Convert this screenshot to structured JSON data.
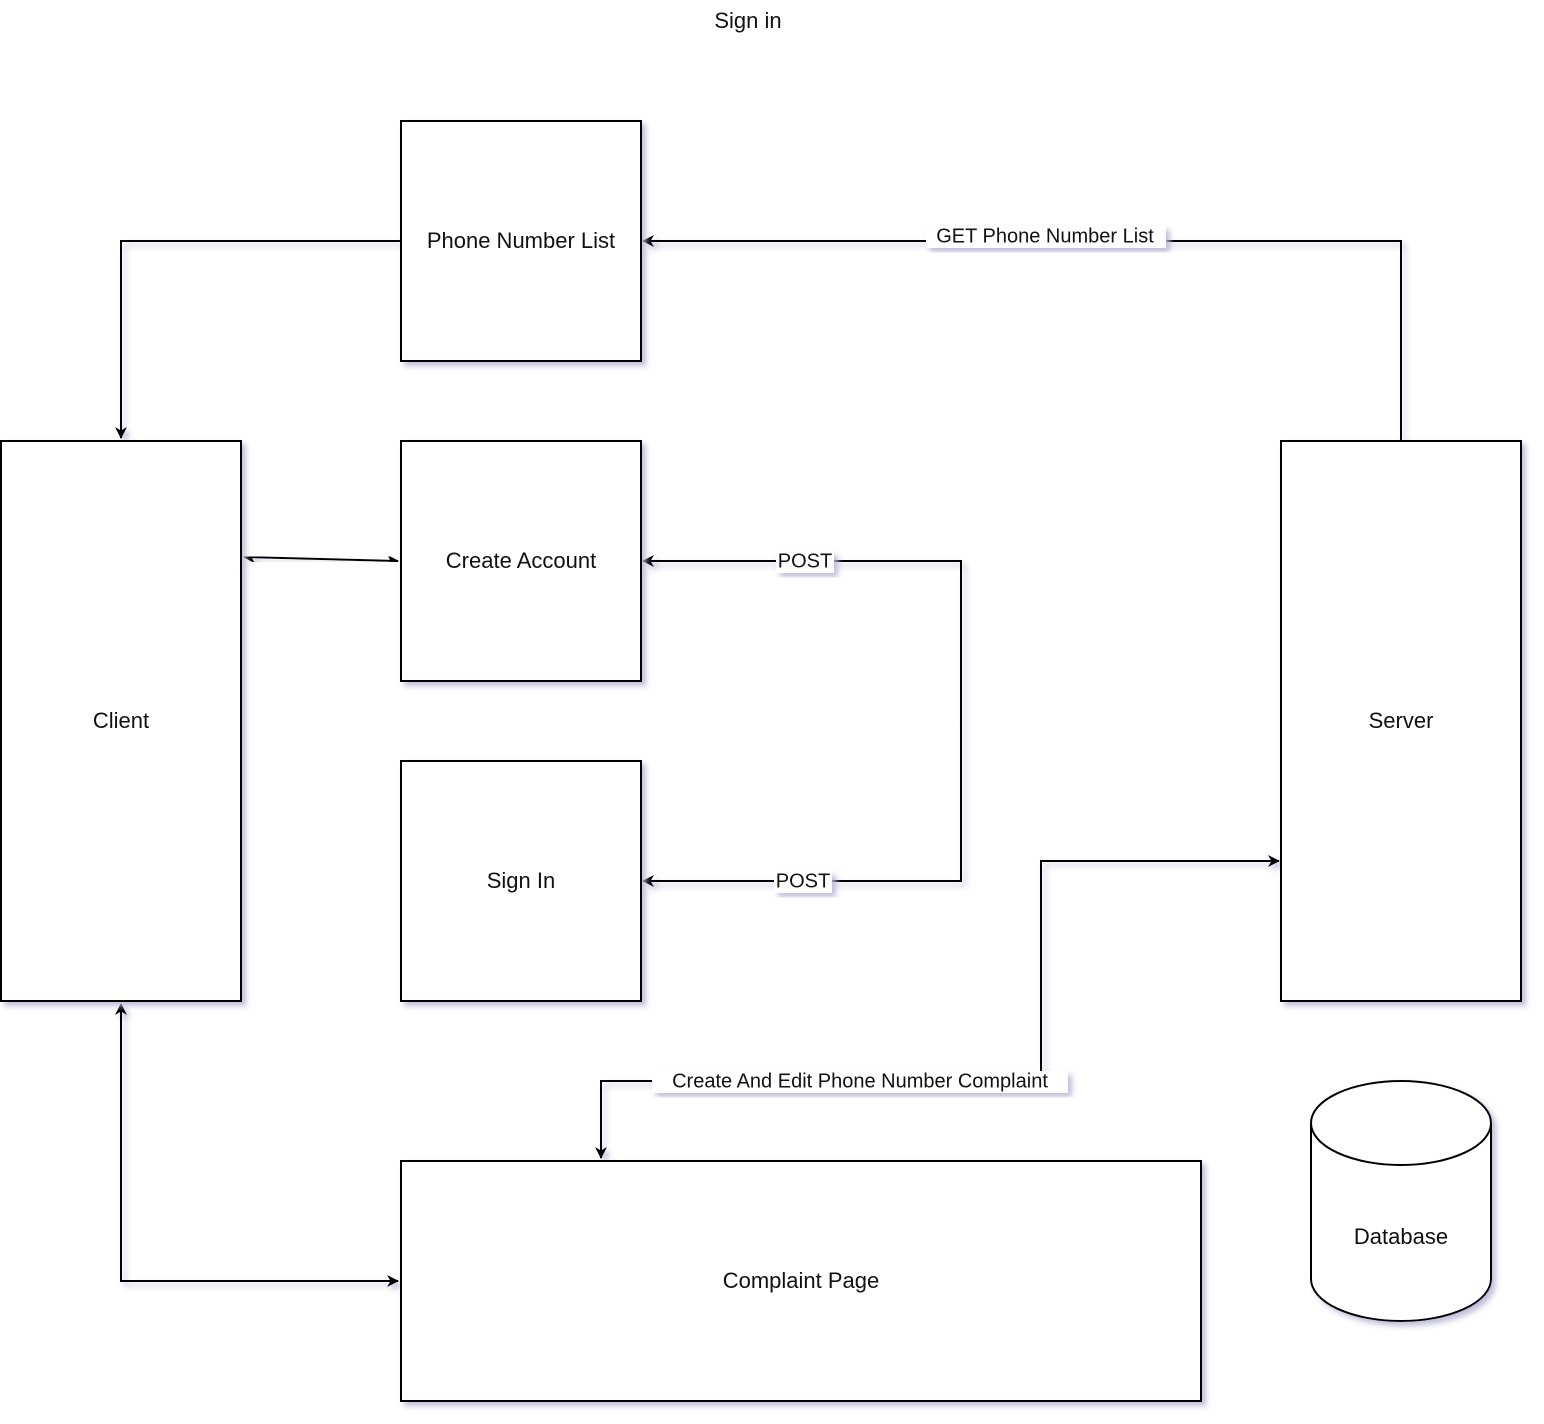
{
  "title": "Sign in",
  "nodes": {
    "phone_number_list": "Phone Number List",
    "client": "Client",
    "create_account": "Create Account",
    "sign_in": "Sign In",
    "server": "Server",
    "database": "Database",
    "complaint_page": "Complaint Page"
  },
  "edges": {
    "get_phone_number_list": "GET Phone Number List",
    "post_create": "POST",
    "post_signin": "POST",
    "create_edit_complaint": "Create And Edit Phone Number Complaint"
  },
  "colors": {
    "stroke": "#000000",
    "shadow": "#b8b8d8",
    "background": "#ffffff"
  }
}
